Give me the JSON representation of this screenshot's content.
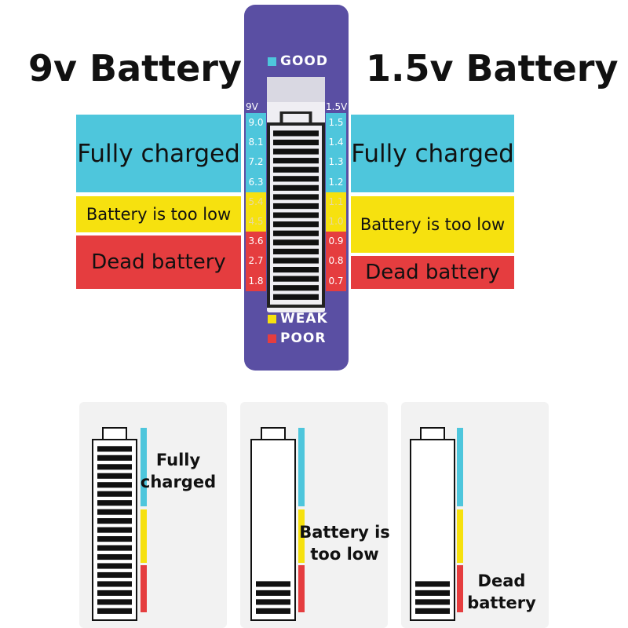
{
  "titles": {
    "left": "9v Battery",
    "right": "1.5v Battery"
  },
  "left_bands": {
    "full": "Fully charged",
    "low": "Battery is too low",
    "dead": "Dead battery"
  },
  "right_bands": {
    "full": "Fully charged",
    "low": "Battery is too low",
    "dead": "Dead battery"
  },
  "tester": {
    "legend": {
      "good": "GOOD",
      "weak": "WEAK",
      "poor": "POOR"
    },
    "col_9v": {
      "header": "9V",
      "values": [
        "9.0",
        "8.1",
        "7.2",
        "6.3",
        "5.4",
        "4.5",
        "3.6",
        "2.7",
        "1.8"
      ]
    },
    "col_15v": {
      "header": "1.5V",
      "values": [
        "1.5",
        "1.4",
        "1.3",
        "1.2",
        "1.1",
        "1.0",
        "0.9",
        "0.8",
        "0.7"
      ]
    },
    "cells_lit": 19
  },
  "cards": [
    {
      "label_line1": "Fully",
      "label_line2": "charged",
      "bars_lit": 19
    },
    {
      "label_line1": "Battery is",
      "label_line2": "too low",
      "bars_lit": 4
    },
    {
      "label_line1": "Dead",
      "label_line2": "battery",
      "bars_lit": 4
    }
  ],
  "colors": {
    "good": "#4ec6dc",
    "weak": "#f6e10f",
    "poor": "#e53d3f",
    "device": "#5a4fa3"
  }
}
